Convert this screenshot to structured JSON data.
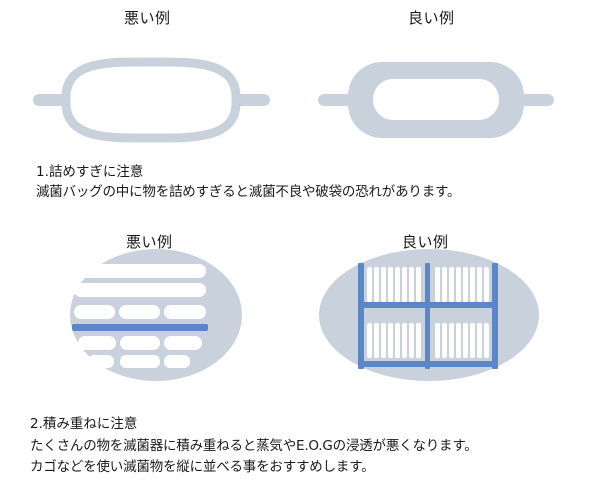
{
  "section1": {
    "bad_label": "悪い例",
    "good_label": "良い例",
    "title": "1.詰めすぎに注意",
    "body": "滅菌バッグの中に物を詰めすぎると滅菌不良や破袋の恐れがあります。"
  },
  "section2": {
    "bad_label": "悪い例",
    "good_label": "良い例",
    "title": "2.積み重ねに注意",
    "body_line1": "たくさんの物を滅菌器に積み重ねると蒸気やE.O.Gの浸透が悪くなります。",
    "body_line2": "カゴなどを使い滅菌物を縦に並べる事をおすすめします。"
  },
  "colors": {
    "bag_fill": "#c9d2dc",
    "bag_outline": "#c9d2dc",
    "interior": "#ffffff",
    "tray_blue": "#5b87c8"
  }
}
